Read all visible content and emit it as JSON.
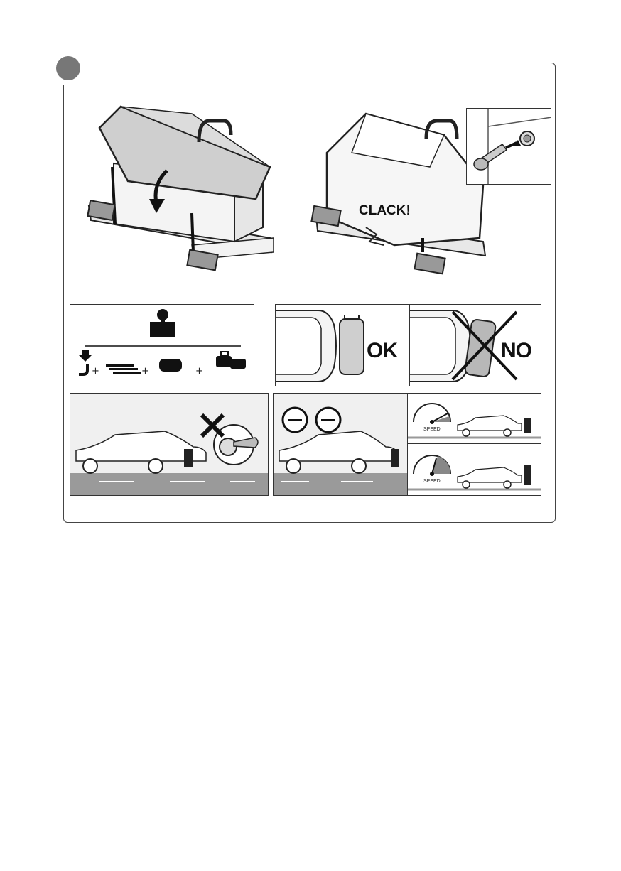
{
  "illustration_top": {
    "callout_text": "CLACK!"
  },
  "placement": {
    "ok_label": "OK",
    "no_label": "NO"
  },
  "load_equation": {
    "plus_1": "+",
    "plus_2": "+",
    "plus_3": "+"
  },
  "speed_panels": {
    "gauge_label_1": "SPEED",
    "gauge_label_2": "SPEED"
  }
}
